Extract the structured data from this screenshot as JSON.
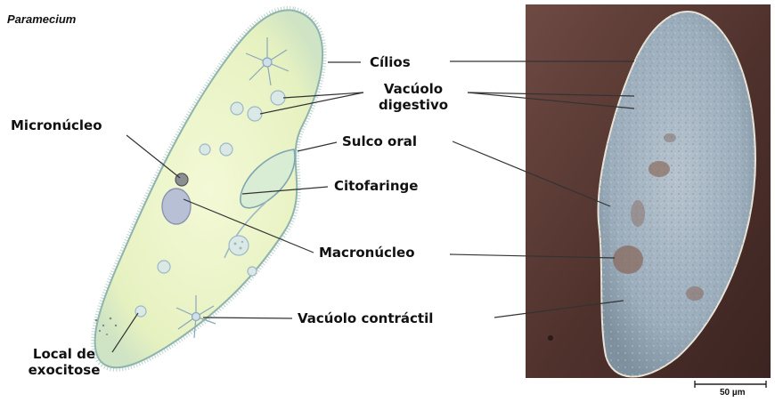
{
  "diagram": {
    "title": "Paramecium",
    "labels": {
      "cilios": "Cílios",
      "vacuolo_digestivo_line1": "Vacúolo",
      "vacuolo_digestivo_line2": "digestivo",
      "micronucleo": "Micronúcleo",
      "sulco_oral": "Sulco oral",
      "citofaringe": "Citofaringe",
      "macronucleo": "Macronúcleo",
      "vacuolo_contractil": "Vacúolo contráctil",
      "local_exocitose_line1": "Local de",
      "local_exocitose_line2": "exocitose"
    },
    "scale_bar": "50 µm"
  },
  "colors": {
    "cell_fill": "#eef6c8",
    "cell_edge": "#a9c9c0",
    "organelle": "#9fb6cf",
    "photo_bg": "#5b3a33",
    "photo_cell": "#a9b9c6"
  }
}
